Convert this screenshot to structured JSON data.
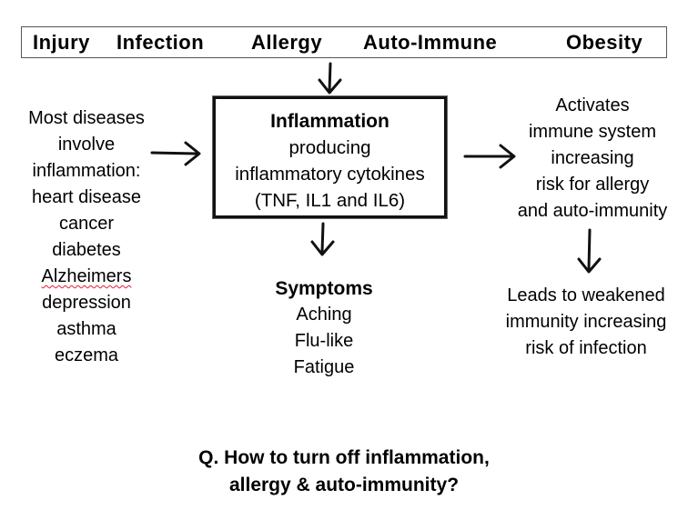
{
  "causes": [
    "Injury",
    "Infection",
    "Allergy",
    "Auto-Immune",
    "Obesity"
  ],
  "inflammation": {
    "title": "Inflammation",
    "lines": [
      "producing",
      "inflammatory cytokines",
      "(TNF, IL1 and IL6)"
    ]
  },
  "diseases": {
    "lines": [
      "Most diseases",
      "involve",
      "inflammation:",
      "heart disease",
      "cancer",
      "diabetes",
      "Alzheimers",
      "depression",
      "asthma",
      "eczema"
    ]
  },
  "activates": {
    "lines": [
      "Activates",
      "immune system",
      "increasing",
      "risk for allergy",
      "and auto-immunity"
    ]
  },
  "weakened": {
    "lines": [
      "Leads to weakened",
      "immunity increasing",
      "risk of infection"
    ]
  },
  "symptoms": {
    "title": "Symptoms",
    "items": [
      "Aching",
      "Flu-like",
      "Fatigue"
    ]
  },
  "question": {
    "lines": [
      "Q. How to turn off inflammation,",
      "allergy & auto-immunity?"
    ]
  }
}
